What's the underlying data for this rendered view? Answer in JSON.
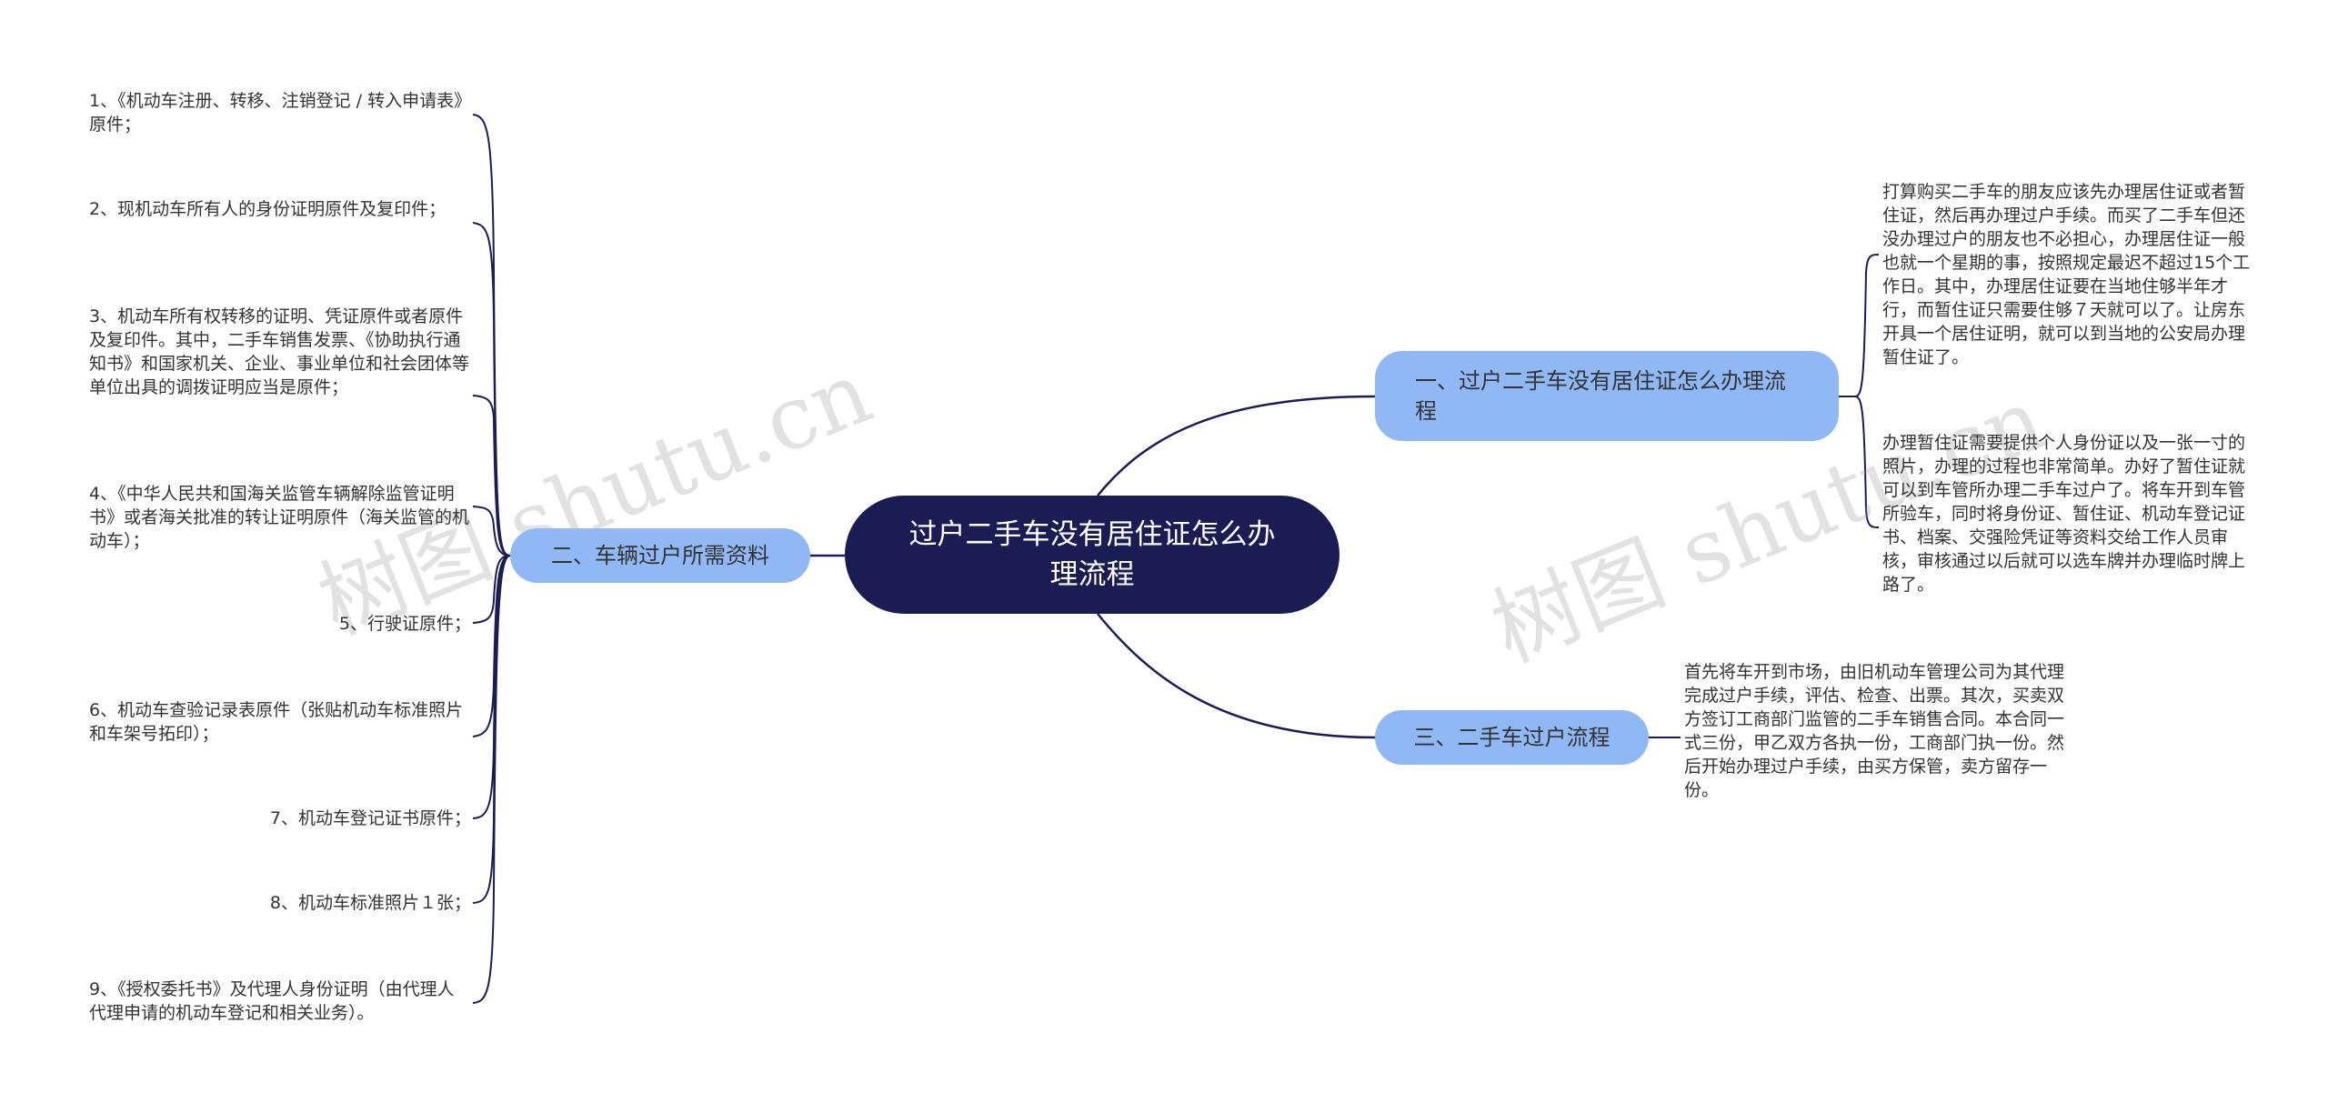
{
  "root": {
    "label": "过户二手车没有居住证怎么办理流程"
  },
  "branches": {
    "b1": {
      "label": "一、过户二手车没有居住证怎么办理流程",
      "leaves": [
        "打算购买二手车的朋友应该先办理居住证或者暂住证，然后再办理过户手续。而买了二手车但还没办理过户的朋友也不必担心，办理居住证一般也就一个星期的事，按照规定最迟不超过15个工作日。其中，办理居住证要在当地住够半年才行，而暂住证只需要住够７天就可以了。让房东开具一个居住证明，就可以到当地的公安局办理暂住证了。",
        "办理暂住证需要提供个人身份证以及一张一寸的照片，办理的过程也非常简单。办好了暂住证就可以到车管所办理二手车过户了。将车开到车管所验车，同时将身份证、暂住证、机动车登记证书、档案、交强险凭证等资料交给工作人员审核，审核通过以后就可以选车牌并办理临时牌上路了。"
      ]
    },
    "b2": {
      "label": "二、车辆过户所需资料",
      "leaves": [
        "1、《机动车注册、转移、注销登记 / 转入申请表》原件；",
        "2、现机动车所有人的身份证明原件及复印件；",
        "3、机动车所有权转移的证明、凭证原件或者原件及复印件。其中，二手车销售发票、《协助执行通知书》和国家机关、企业、事业单位和社会团体等单位出具的调拨证明应当是原件；",
        "4、《中华人民共和国海关监管车辆解除监管证明书》或者海关批准的转让证明原件（海关监管的机动车）；",
        "5、行驶证原件；",
        "6、机动车查验记录表原件（张贴机动车标准照片和车架号拓印）；",
        "7、机动车登记证书原件；",
        "8、机动车标准照片１张；",
        "9、《授权委托书》及代理人身份证明（由代理人代理申请的机动车登记和相关业务）。"
      ]
    },
    "b3": {
      "label": "三、二手车过户流程",
      "leaves": [
        "首先将车开到市场，由旧机动车管理公司为其代理完成过户手续，评估、检查、出票。其次，买卖双方签订工商部门监管的二手车销售合同。本合同一式三份，甲乙双方各执一份，工商部门执一份。然后开始办理过户手续，由买方保管，卖方留存一份。"
      ]
    }
  },
  "watermarks": [
    "树图 shutu.cn",
    "树图 shutu.cn"
  ],
  "colors": {
    "root_bg": "#1c1c54",
    "branch_bg": "#8fb8f5",
    "edge": "#1c1c54",
    "text": "#333333"
  }
}
